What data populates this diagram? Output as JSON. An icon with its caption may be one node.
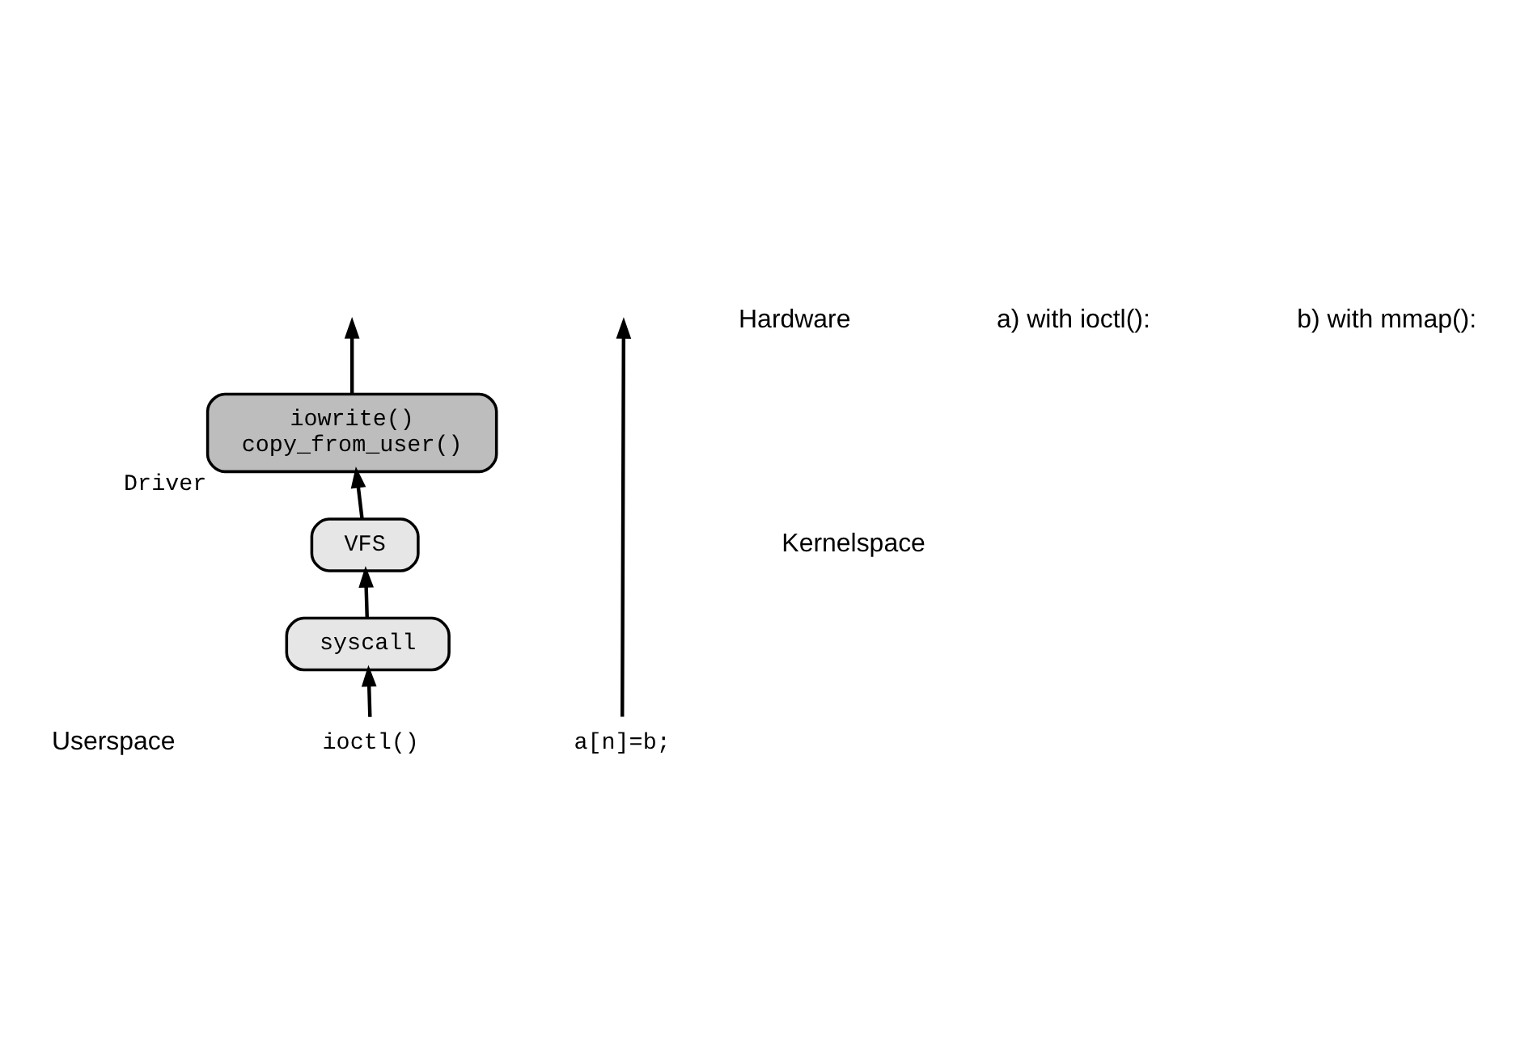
{
  "diagram": {
    "nodes": [
      {
        "text": [
          "iowrite()",
          "copy_from_user()"
        ],
        "beside": [
          "Driver"
        ]
      },
      {
        "text": [
          "VFS"
        ]
      },
      {
        "text": [
          "syscall"
        ]
      },
      {
        "text": [
          "ioctl()"
        ]
      },
      {
        "text": [
          "a[n]=b;"
        ]
      }
    ],
    "edges": [
      {
        "from": 3,
        "to": 2,
        "arrow": "to"
      },
      {
        "from": 2,
        "to": 1,
        "arrow": "to"
      },
      {
        "from": 1,
        "to": 0,
        "arrow": "to"
      },
      {
        "from": 0,
        "to": null,
        "arrow": "to"
      },
      {
        "from": 4,
        "to": null,
        "arrow": "to"
      }
    ],
    "labels": [
      "a) with ioctl():",
      "b) with mmap():",
      "Hardware",
      "Kernelspace",
      "Userspace"
    ]
  }
}
